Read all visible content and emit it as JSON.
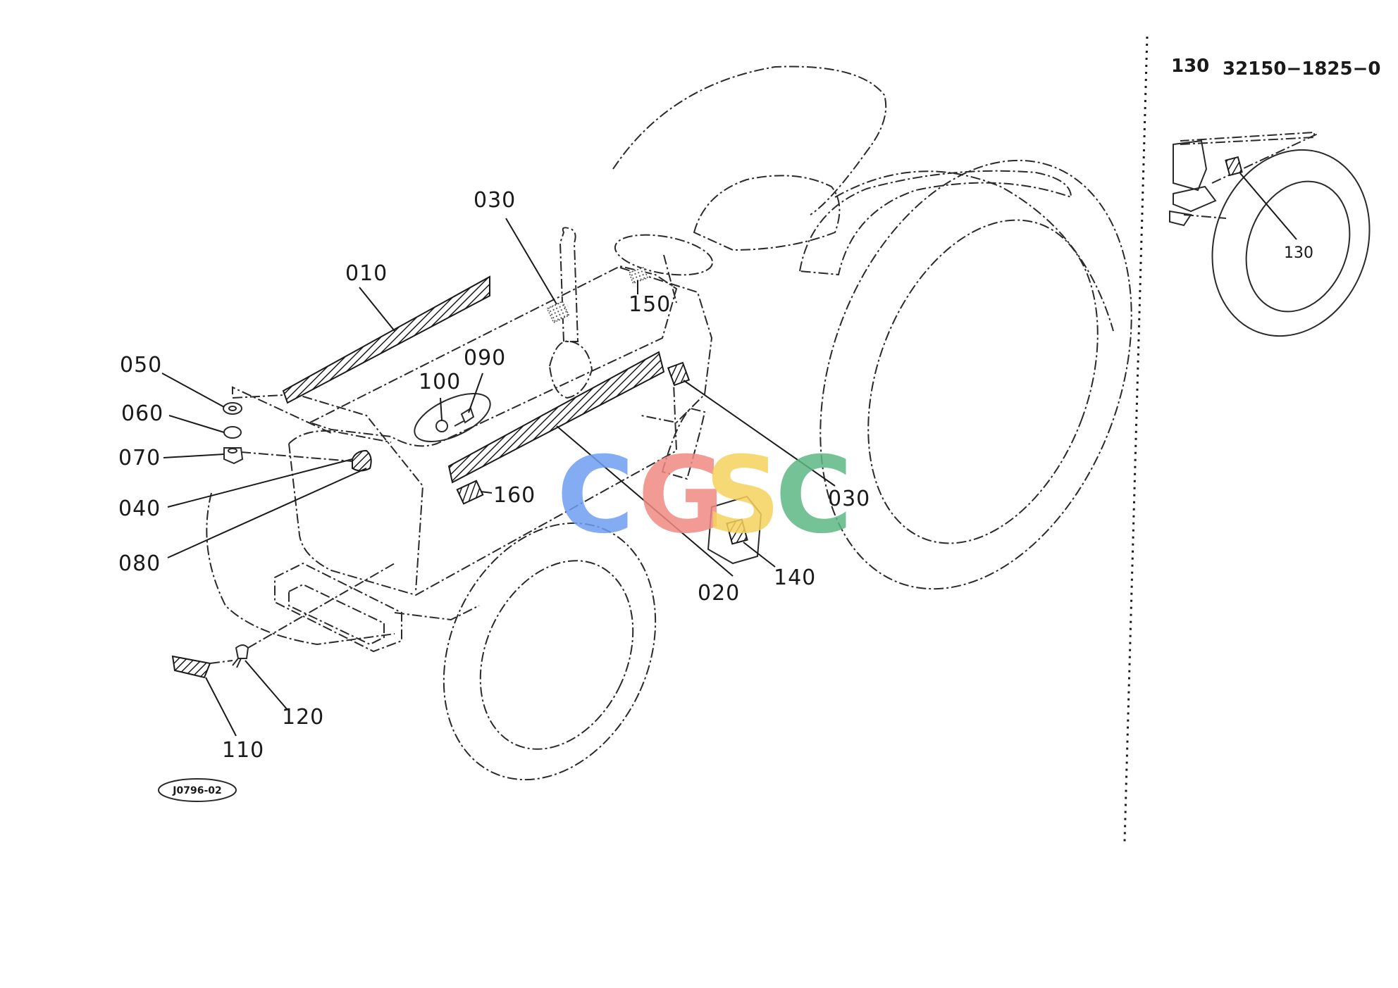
{
  "header": {
    "ref_number": "130",
    "part_number": "32150−1825−0"
  },
  "callouts": [
    {
      "id": "010",
      "label": "010"
    },
    {
      "id": "020",
      "label": "020"
    },
    {
      "id": "030a",
      "label": "030"
    },
    {
      "id": "030b",
      "label": "030"
    },
    {
      "id": "040",
      "label": "040"
    },
    {
      "id": "050",
      "label": "050"
    },
    {
      "id": "060",
      "label": "060"
    },
    {
      "id": "070",
      "label": "070"
    },
    {
      "id": "080",
      "label": "080"
    },
    {
      "id": "090",
      "label": "090"
    },
    {
      "id": "100",
      "label": "100"
    },
    {
      "id": "110",
      "label": "110"
    },
    {
      "id": "120",
      "label": "120"
    },
    {
      "id": "140",
      "label": "140"
    },
    {
      "id": "150",
      "label": "150"
    },
    {
      "id": "160",
      "label": "160"
    }
  ],
  "inset": {
    "callout_label": "130"
  },
  "figure_id": "J0796-02",
  "watermark": {
    "letters": [
      "C",
      "G",
      "S",
      "C"
    ],
    "colors": [
      "#6f9ef0",
      "#ef8a82",
      "#f5d35e",
      "#5fb885"
    ]
  }
}
